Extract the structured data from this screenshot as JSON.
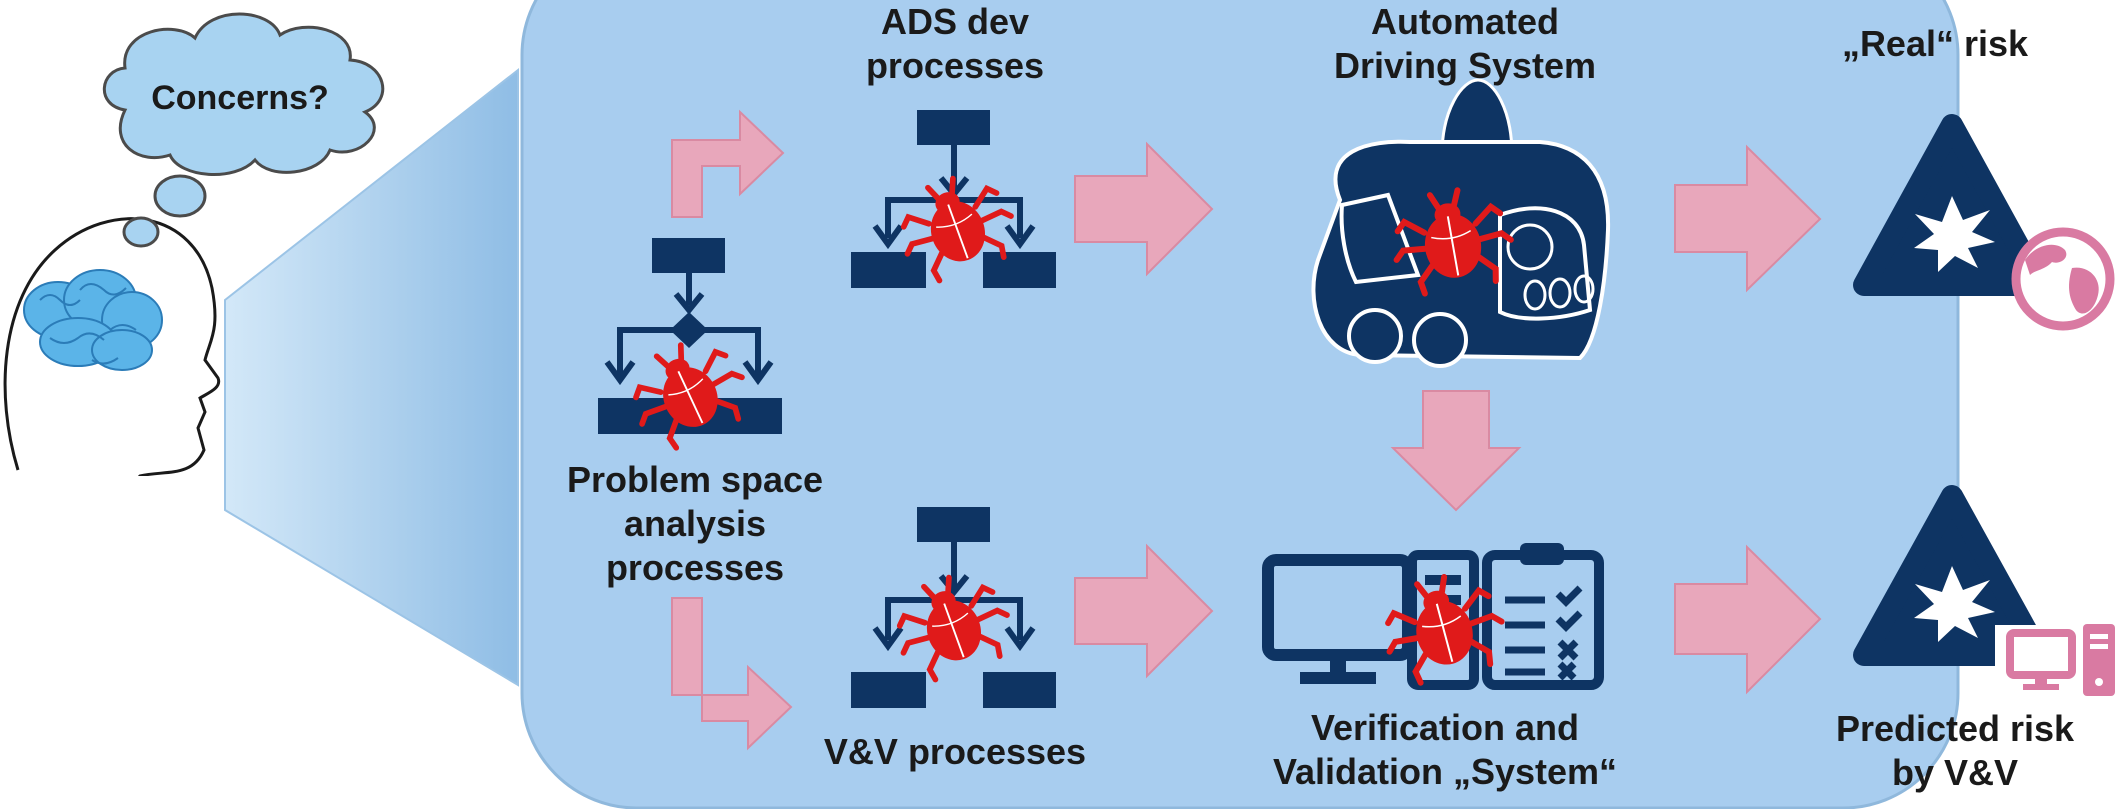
{
  "thought_bubble": {
    "text": "Concerns?"
  },
  "labels": {
    "ads_dev": [
      "ADS dev",
      "processes"
    ],
    "ads_system": [
      "Automated",
      "Driving System"
    ],
    "real_risk": [
      "„Real“ risk"
    ],
    "problem_space": [
      "Problem space",
      "analysis",
      "processes"
    ],
    "vv_processes": [
      "V&V processes"
    ],
    "vv_system": [
      "Verification and",
      "Validation „System“"
    ],
    "predicted_risk": [
      "Predicted risk",
      "by V&V"
    ]
  },
  "colors": {
    "panel_fill": "#a8cdef",
    "panel_stroke": "#8fb8dc",
    "arrow": "#e8a7bb",
    "navy": "#0e3463",
    "bug": "#e01a1a",
    "globe_pink": "#d97aa2",
    "bubble": "#a8d3f1"
  },
  "icons": [
    "head-brain-icon",
    "thought-bubble-icon",
    "flowchart-icon",
    "bug-icon",
    "autonomous-car-icon",
    "computer-checklist-icon",
    "hazard-warning-icon",
    "globe-icon",
    "desktop-computer-icon"
  ]
}
